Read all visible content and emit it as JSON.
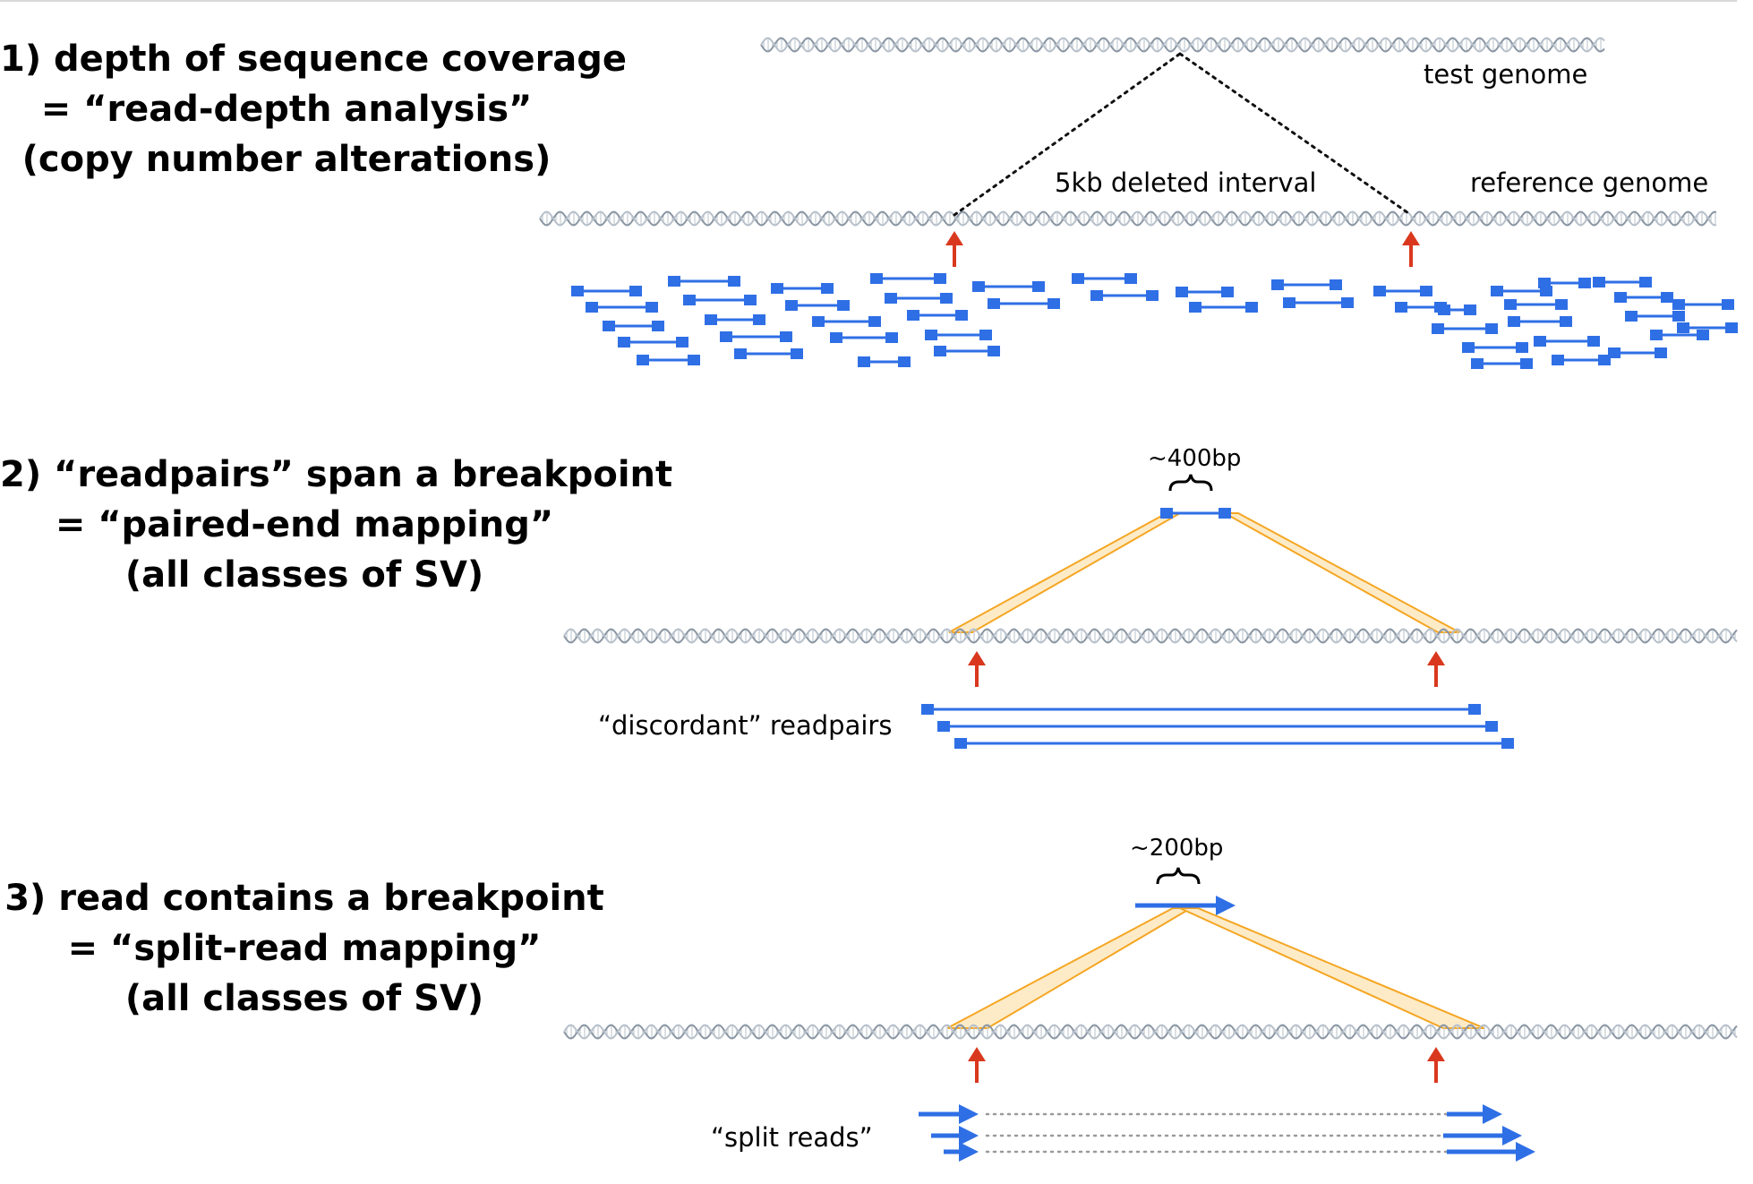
{
  "sections": [
    {
      "lines": [
        "1) depth of sequence coverage",
        "= “read-depth analysis”",
        "(copy number alterations)"
      ]
    },
    {
      "lines": [
        "2) “readpairs” span a breakpoint",
        "= “paired-end mapping”",
        "(all classes of SV)"
      ]
    },
    {
      "lines": [
        "3) read contains a breakpoint",
        "= “split-read mapping”",
        "(all classes of SV)"
      ]
    }
  ],
  "labels": {
    "test_genome": "test genome",
    "deleted_interval": "5kb deleted interval",
    "reference_genome": "reference genome",
    "insert_400": "~400bp",
    "discordant": "“discordant” readpairs",
    "insert_200": "~200bp",
    "split_reads": "“split reads”"
  },
  "colors": {
    "read": "#2f6fe6",
    "breakpoint_arrow": "#d9381e",
    "mapping_band_stroke": "#f5a623",
    "mapping_band_fill": "#fdebc8",
    "dna_strand": "#8a96a3"
  },
  "icons": [
    "dna-helix-icon",
    "breakpoint-arrow-icon",
    "readpair-icon",
    "split-read-arrow-icon"
  ]
}
